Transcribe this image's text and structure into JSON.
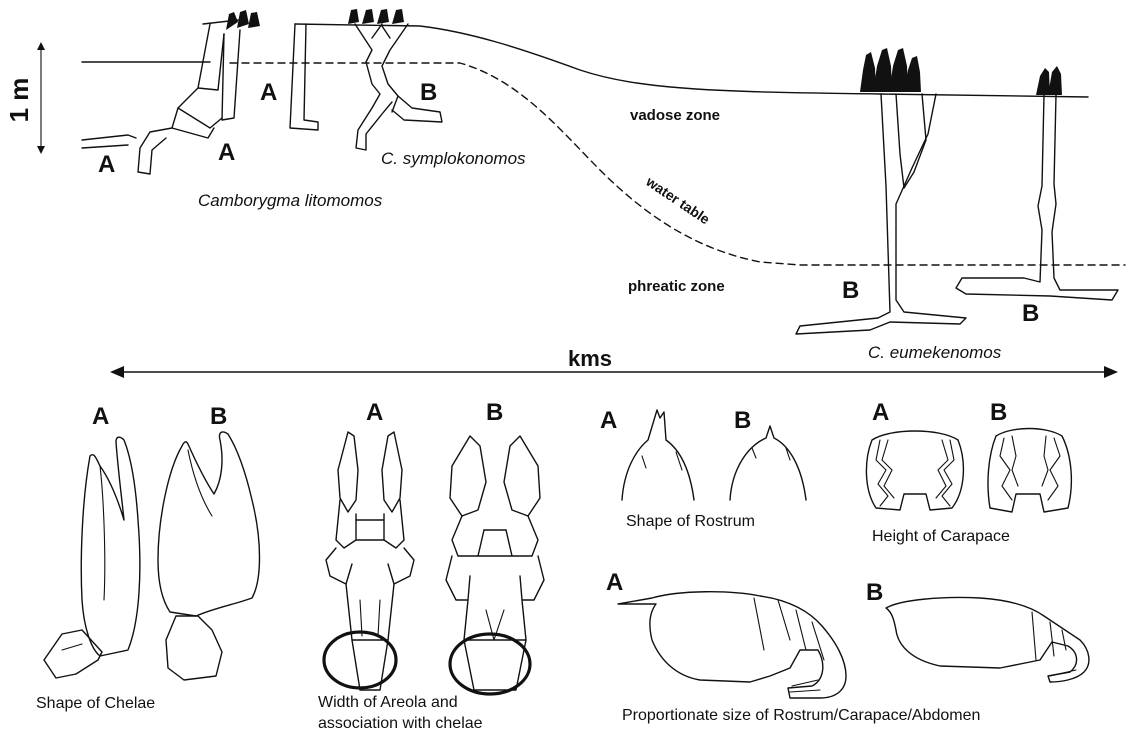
{
  "scale": {
    "label": "1 m"
  },
  "zones": {
    "vadose": "vadose zone",
    "water_table": "water table",
    "phreatic": "phreatic zone"
  },
  "distance_label": "kms",
  "species": {
    "litomomos": "Camborygma litomomos",
    "symplokonomos": "C. symplokonomos",
    "eumekenomos": "C. eumekenomos"
  },
  "burrow_types": {
    "a": "A",
    "b": "B"
  },
  "captions": {
    "chelae": "Shape of Chelae",
    "areola_line1": "Width of Areola and",
    "areola_line2": "association with chelae",
    "rostrum": "Shape of Rostrum",
    "carapace": "Height of Carapace",
    "proportion": "Proportionate size of Rostrum/Carapace/Abdomen"
  }
}
